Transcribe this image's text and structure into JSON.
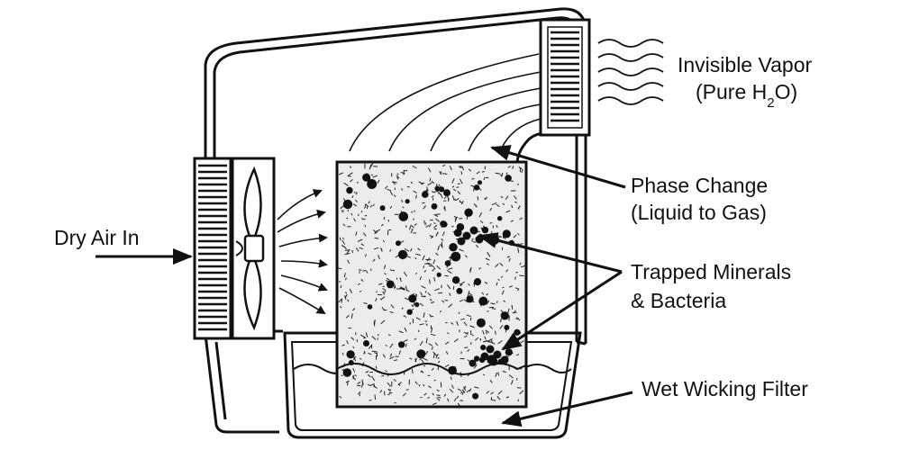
{
  "labels": {
    "vapor_line1": "Invisible Vapor",
    "vapor_line2_prefix": "(Pure H",
    "vapor_subscript": "2",
    "vapor_line2_suffix": "O)",
    "phase_line1": "Phase Change",
    "phase_line2": "(Liquid to Gas)",
    "minerals_line1": "Trapped Minerals",
    "minerals_line2": "& Bacteria",
    "filter": "Wet Wicking Filter",
    "dry_air": "Dry Air In"
  },
  "colors": {
    "ink": "#111111",
    "background": "#ffffff"
  },
  "icons": [
    "fan-icon",
    "exhaust-grille-icon",
    "intake-grille-icon"
  ]
}
